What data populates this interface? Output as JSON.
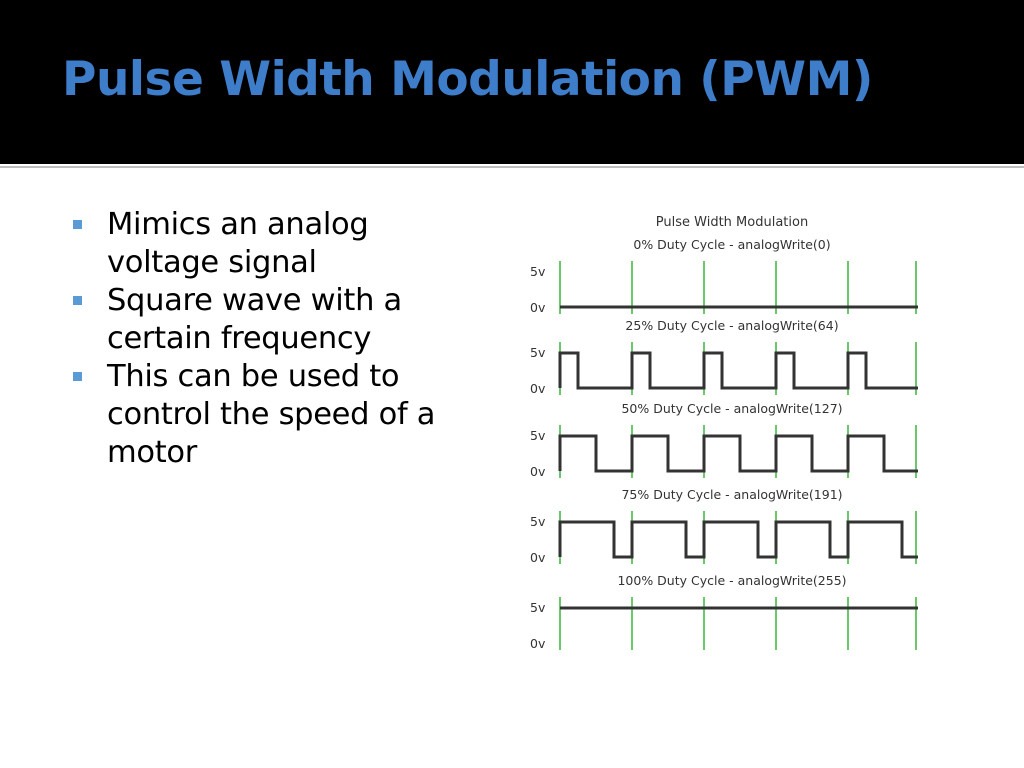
{
  "slide": {
    "title": "Pulse Width Modulation (PWM)",
    "bullets": [
      "Mimics an analog voltage signal",
      "Square wave with a certain frequency",
      "This can be used to control the speed of a motor"
    ]
  },
  "diagram": {
    "title": "Pulse Width Modulation",
    "high_label": "5v",
    "low_label": "0v",
    "traces": [
      {
        "label": "0% Duty Cycle - analogWrite(0)",
        "duty": 0
      },
      {
        "label": "25% Duty Cycle - analogWrite(64)",
        "duty": 0.25
      },
      {
        "label": "50% Duty Cycle - analogWrite(127)",
        "duty": 0.5
      },
      {
        "label": "75% Duty Cycle - analogWrite(191)",
        "duty": 0.75
      },
      {
        "label": "100% Duty Cycle - analogWrite(255)",
        "duty": 1
      }
    ],
    "colors": {
      "trace": "#333333",
      "marker": "#2bb02b",
      "text": "#333333"
    }
  }
}
